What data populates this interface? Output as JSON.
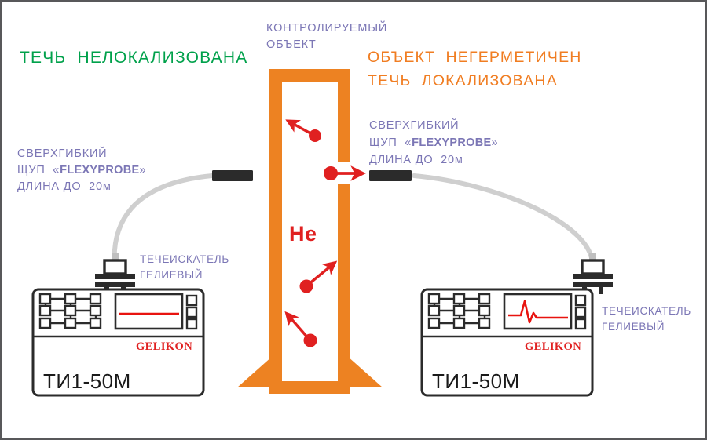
{
  "figure": {
    "title_center": "КОНТРОЛИРУЕМЫЙ\nОБЪЕКТ",
    "status_left": "ТЕЧЬ  НЕЛОКАЛИЗОВАНА",
    "status_right_line1": "ОБЪЕКТ  НЕГЕРМЕТИЧЕН",
    "status_right_line2": "ТЕЧЬ  ЛОКАЛИЗОВАНА",
    "gas_label": "He"
  },
  "colors": {
    "orange": "#ED8222",
    "orange_text": "#F07D22",
    "green": "#00A14B",
    "violet": "#7B76B5",
    "red": "#E02020",
    "dark": "#2B2B2B",
    "cable_grey": "#CFCFCF",
    "frame": "#58585A"
  },
  "probe_left": {
    "line1": "СВЕРХГИБКИЙ",
    "line2_pre": "ЩУП  «",
    "line2_brand": "FLEXYPROBE",
    "line2_post": "»",
    "line3": "ДЛИНА ДО  20м"
  },
  "probe_right": {
    "line1": "СВЕРХГИБКИЙ",
    "line2_pre": "ЩУП  «",
    "line2_brand": "FLEXYPROBE",
    "line2_post": "»",
    "line3": "ДЛИНА ДО  20м"
  },
  "detector_left": {
    "caption_line1": "ТЕЧЕИСКАТЕЛЬ",
    "caption_line2": "ГЕЛИЕВЫЙ",
    "brand": "GELIKON",
    "model": "ТИ1-50М",
    "trace_type": "flat",
    "trace_meaning": "no-leak-signal"
  },
  "detector_right": {
    "caption_line1": "ТЕЧЕИСКАТЕЛЬ",
    "caption_line2": "ГЕЛИЕВЫЙ",
    "brand": "GELIKON",
    "model": "ТИ1-50М",
    "trace_type": "peak",
    "trace_meaning": "leak-signal-peak"
  }
}
